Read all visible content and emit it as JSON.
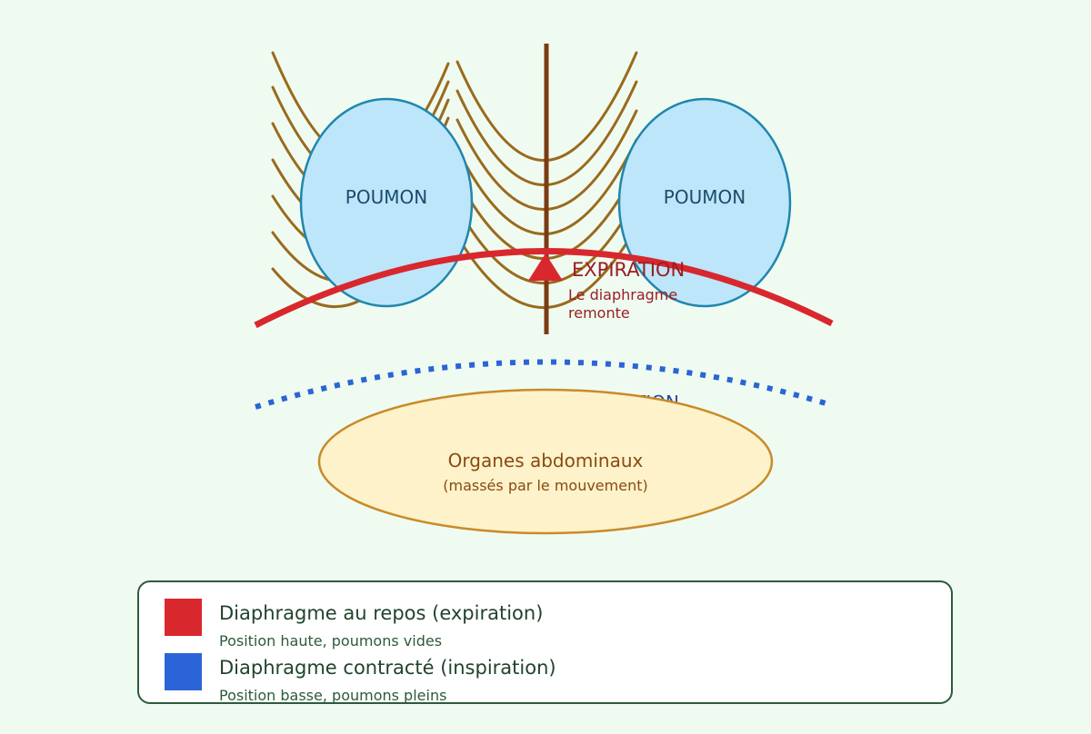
{
  "colors": {
    "background": "#effbf1",
    "rib": "#9a6a1c",
    "spine": "#7a3b12",
    "lung_fill": "#bde6fa",
    "lung_stroke": "#1f86ad",
    "lung_text": "#1c4b6b",
    "expiration": "#d9272e",
    "inspiration": "#2b64d6",
    "organs_fill": "#fdf2c9",
    "organs_stroke": "#c98a2a",
    "organs_text": "#8a4a12",
    "legend_border": "#2e5a3c"
  },
  "lungs": {
    "left_label": "POUMON",
    "right_label": "POUMON"
  },
  "expiration": {
    "label": "EXPIRATION",
    "note_line1": "Le diaphragme",
    "note_line2": "remonte"
  },
  "inspiration": {
    "label_partial": "ATION"
  },
  "organs": {
    "title": "Organes abdominaux",
    "subtitle": "(massés par le mouvement)"
  },
  "legend": {
    "items": [
      {
        "title": "Diaphragme au repos (expiration)",
        "subtitle": "Position haute, poumons vides",
        "color": "#d9272e"
      },
      {
        "title": "Diaphragme contracté (inspiration)",
        "subtitle": "Position basse, poumons pleins",
        "color": "#2b64d6"
      }
    ]
  }
}
